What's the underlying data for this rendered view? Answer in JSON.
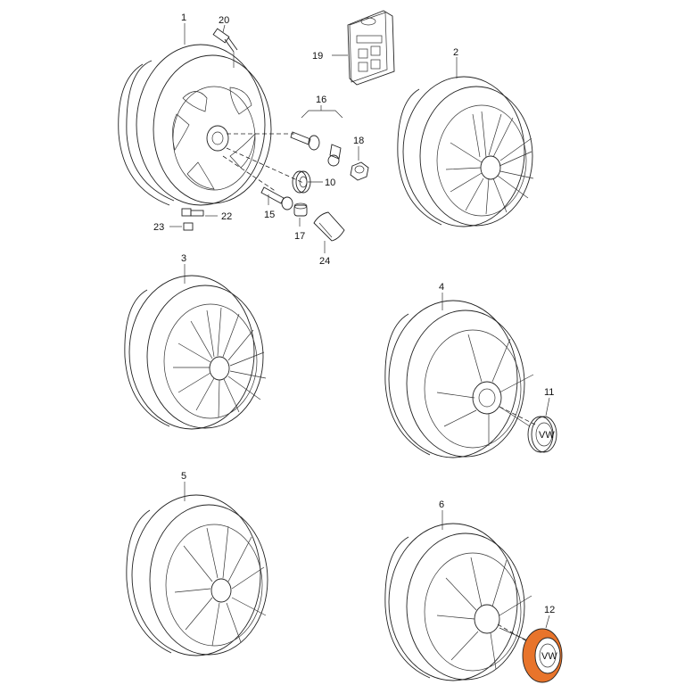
{
  "callouts": {
    "c1": "1",
    "c2": "2",
    "c3": "3",
    "c4": "4",
    "c5": "5",
    "c6": "6",
    "c10": "10",
    "c11": "11",
    "c12": "12",
    "c15": "15",
    "c16": "16",
    "c17": "17",
    "c18": "18",
    "c19": "19",
    "c20": "20",
    "c22": "22",
    "c23": "23",
    "c24": "24"
  },
  "colors": {
    "highlight": "#E8742B",
    "line": "#222222",
    "background": "#ffffff"
  },
  "icons": [
    "alloy-wheel",
    "center-cap",
    "wheel-bolt",
    "locking-bolt-set",
    "valve",
    "bolt-cap",
    "bolt-tool",
    "emblem"
  ]
}
